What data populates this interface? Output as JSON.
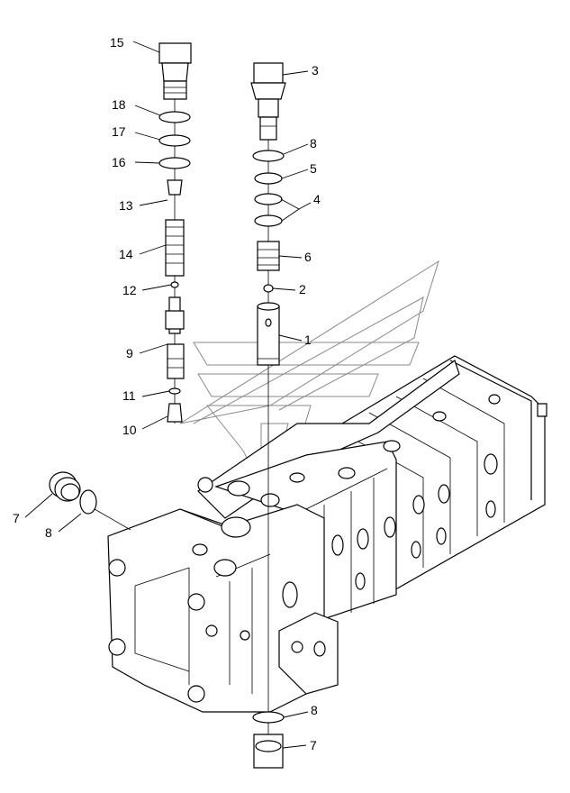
{
  "callouts": {
    "c15": "15",
    "c18": "18",
    "c17": "17",
    "c16": "16",
    "c13": "13",
    "c14": "14",
    "c12": "12",
    "c9": "9",
    "c11": "11",
    "c10": "10",
    "c3": "3",
    "c8a": "8",
    "c5": "5",
    "c4": "4",
    "c6": "6",
    "c2": "2",
    "c1": "1",
    "c7a": "7",
    "c8b": "8",
    "c8c": "8",
    "c7b": "7"
  }
}
